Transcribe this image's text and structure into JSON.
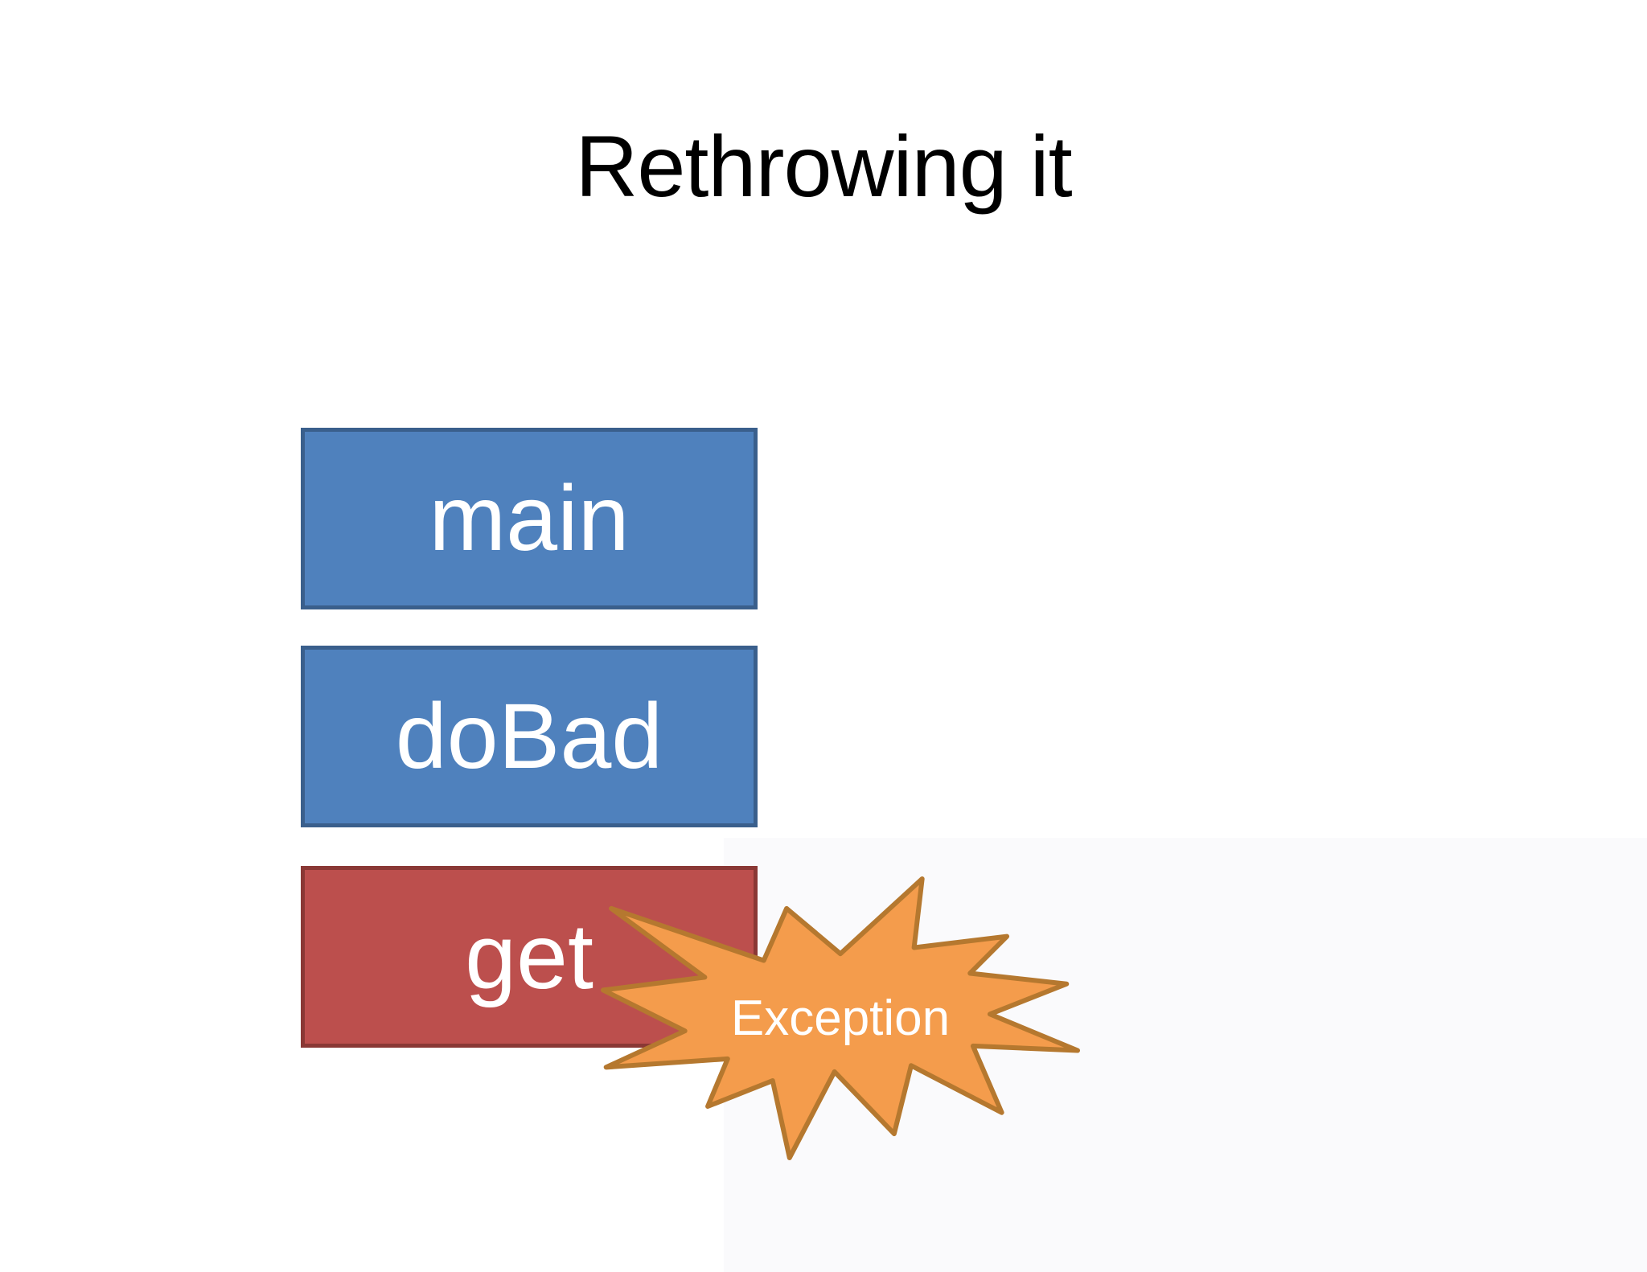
{
  "slide": {
    "title": "Rethrowing it",
    "diagram": {
      "call_stack": [
        {
          "label": "main",
          "kind": "stack-frame"
        },
        {
          "label": "doBad",
          "kind": "stack-frame"
        },
        {
          "label": "get",
          "kind": "stack-frame-throwing"
        }
      ],
      "exception_burst": {
        "label": "Exception"
      }
    },
    "colors": {
      "background": "#ffffff",
      "panel_tint": "#fafafc",
      "frame_fill": "#4f81bd",
      "frame_border": "#3a5f8c",
      "throwing_frame_fill": "#bc4f4d",
      "throwing_frame_border": "#8a3835",
      "burst_fill": "#f49c4c",
      "burst_border": "#b5782f",
      "title_text": "#000000",
      "frame_label_text": "#ffffff",
      "burst_label_text": "#ffffff"
    }
  }
}
